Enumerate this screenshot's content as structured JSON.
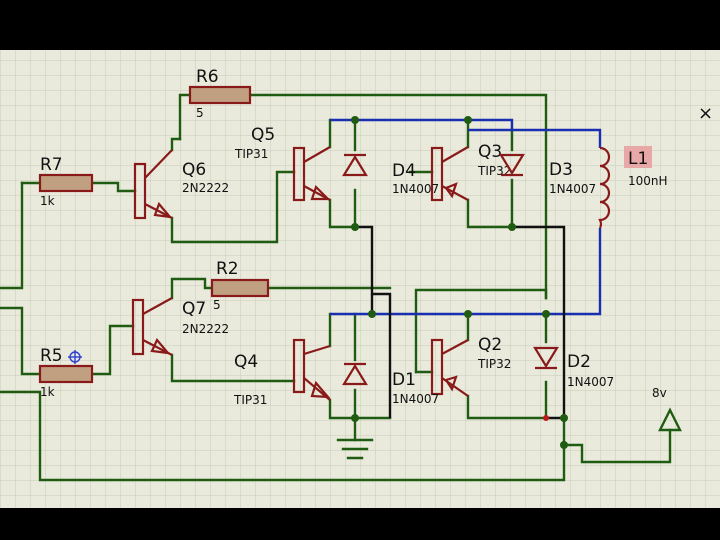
{
  "components": {
    "r6": {
      "name": "R6",
      "value": "5"
    },
    "r7": {
      "name": "R7",
      "value": "1k"
    },
    "r2": {
      "name": "R2",
      "value": "5"
    },
    "r5": {
      "name": "R5",
      "value": "1k"
    },
    "q6": {
      "name": "Q6",
      "value": "2N2222"
    },
    "q7": {
      "name": "Q7",
      "value": "2N2222"
    },
    "q5": {
      "name": "Q5",
      "value": "TIP31"
    },
    "q4": {
      "name": "Q4",
      "value": "TIP31"
    },
    "q3": {
      "name": "Q3",
      "value": "TIP32"
    },
    "q2": {
      "name": "Q2",
      "value": "TIP32"
    },
    "d4": {
      "name": "D4",
      "value": "1N4007"
    },
    "d3": {
      "name": "D3",
      "value": "1N4007"
    },
    "d1": {
      "name": "D1",
      "value": "1N4007"
    },
    "d2": {
      "name": "D2",
      "value": "1N4007"
    },
    "l1": {
      "name": "L1",
      "value": "100nH"
    },
    "supply": {
      "value": "8v"
    }
  },
  "window": {
    "close_icon": "×"
  },
  "colors": {
    "canvas": "#e9eadc",
    "grid": "#c9ccb8",
    "wire": "#1f5c12",
    "component": "#8a1a1a",
    "bus_blue": "#1a2fb0",
    "bus_black": "#111111"
  }
}
